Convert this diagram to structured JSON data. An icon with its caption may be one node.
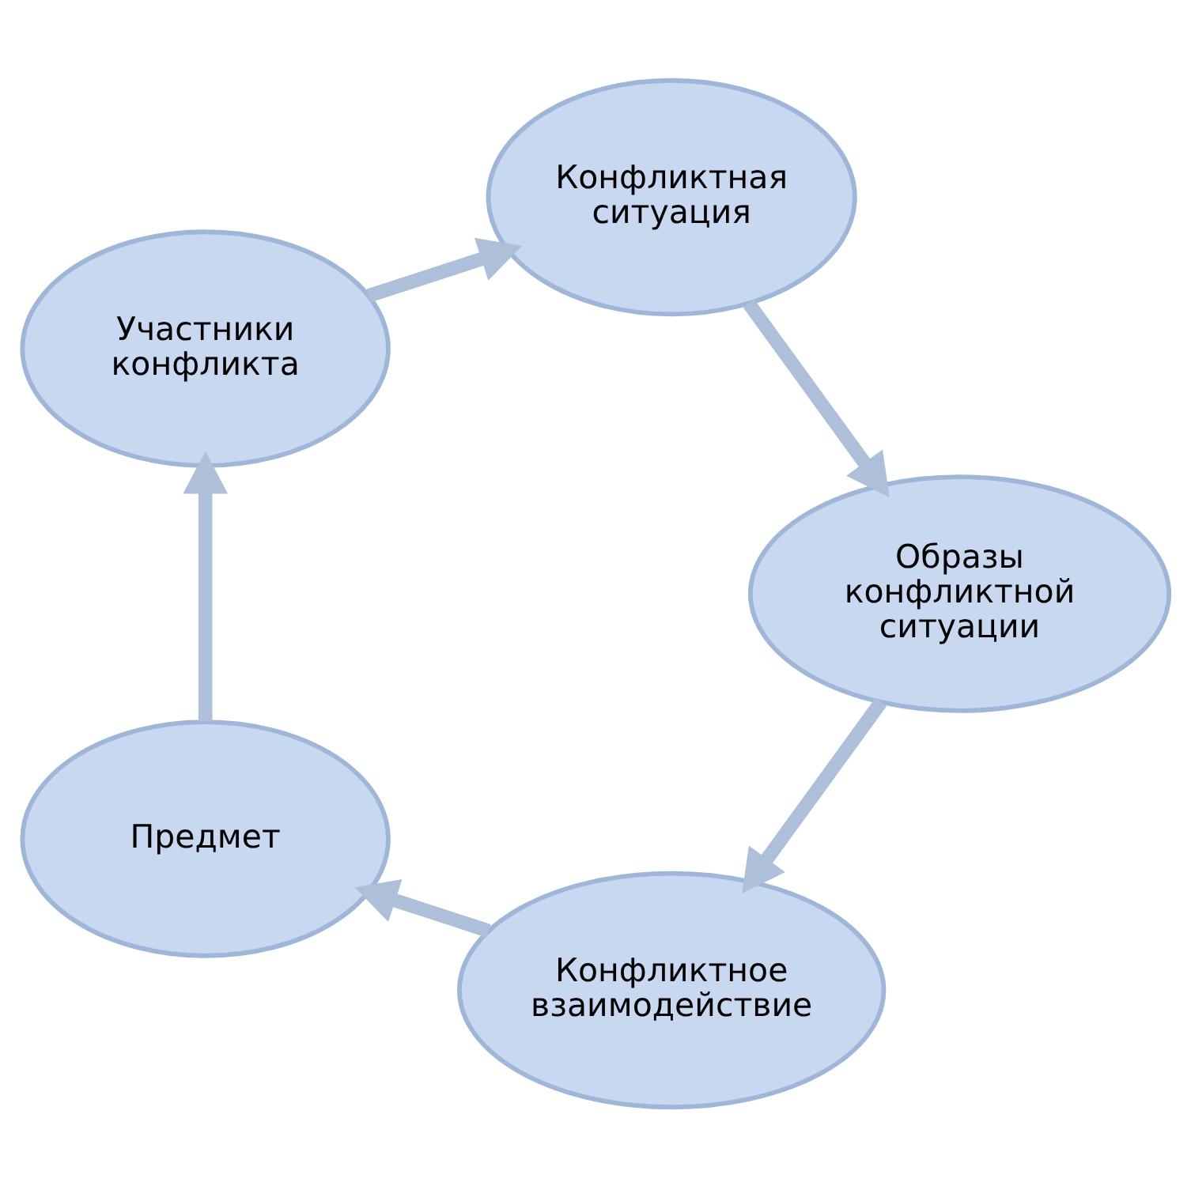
{
  "diagram": {
    "nodes": [
      {
        "text": [
          "Конфликтное взаимодействие"
        ]
      },
      {
        "text": [
          "Предмет"
        ]
      },
      {
        "text": [
          "Участники конфликта"
        ]
      },
      {
        "text": [
          "Конфликтная ситуация"
        ]
      },
      {
        "text": [
          "Образы конфликтной ситуации"
        ]
      }
    ],
    "edges": [
      {
        "from": 0,
        "to": 1,
        "arrow": "to"
      },
      {
        "from": 1,
        "to": 2,
        "arrow": "to"
      },
      {
        "from": 2,
        "to": 3,
        "arrow": "to"
      },
      {
        "from": 3,
        "to": 4,
        "arrow": "to"
      },
      {
        "from": 4,
        "to": 0,
        "arrow": "to"
      }
    ]
  }
}
